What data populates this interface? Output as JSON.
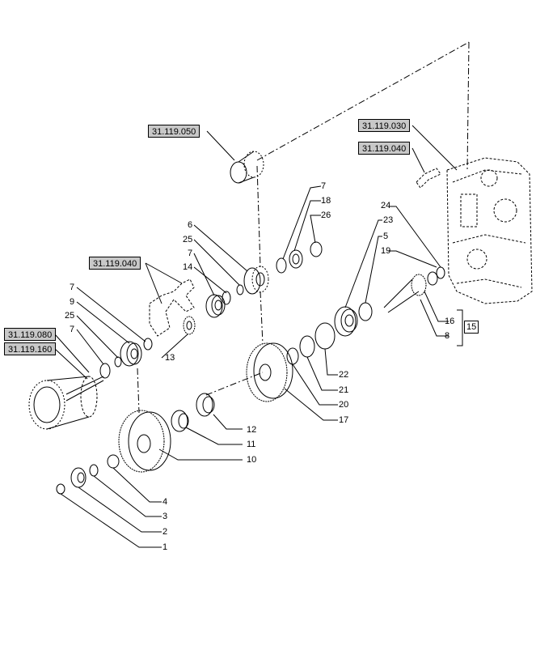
{
  "refs": {
    "r050": "31.119.050",
    "r030": "31.119.030",
    "r040a": "31.119.040",
    "r040b": "31.119.040",
    "r080": "31.119.080",
    "r160": "31.119.160"
  },
  "labels": {
    "n1": "1",
    "n2": "2",
    "n3": "3",
    "n4": "4",
    "n5": "5",
    "n6": "6",
    "n7a": "7",
    "n7b": "7",
    "n7c": "7",
    "n7d": "7",
    "n8": "8",
    "n9": "9",
    "n10": "10",
    "n11": "11",
    "n12": "12",
    "n13": "13",
    "n14": "14",
    "n15": "15",
    "n16": "16",
    "n17": "17",
    "n18": "18",
    "n19": "19",
    "n20": "20",
    "n21": "21",
    "n22": "22",
    "n23": "23",
    "n24": "24",
    "n25a": "25",
    "n25b": "25",
    "n26": "26"
  }
}
